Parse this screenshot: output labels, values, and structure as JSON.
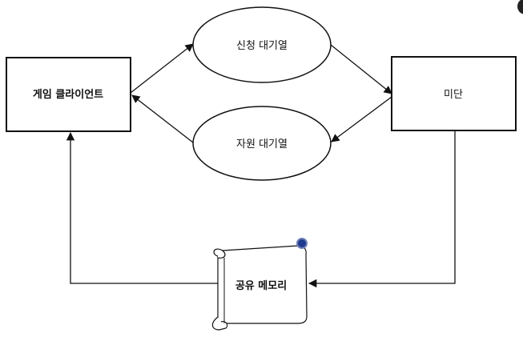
{
  "nodes": {
    "game_client": "게임 클라이언트",
    "request_queue": "신청 대기열",
    "resource_queue": "자원 대기열",
    "midan": "미단",
    "shared_memory": "공유 메모리"
  },
  "colors": {
    "line": "#111111",
    "scroll_knob": "#1f3b8f",
    "scroll_edge": "#6f7fb8"
  }
}
